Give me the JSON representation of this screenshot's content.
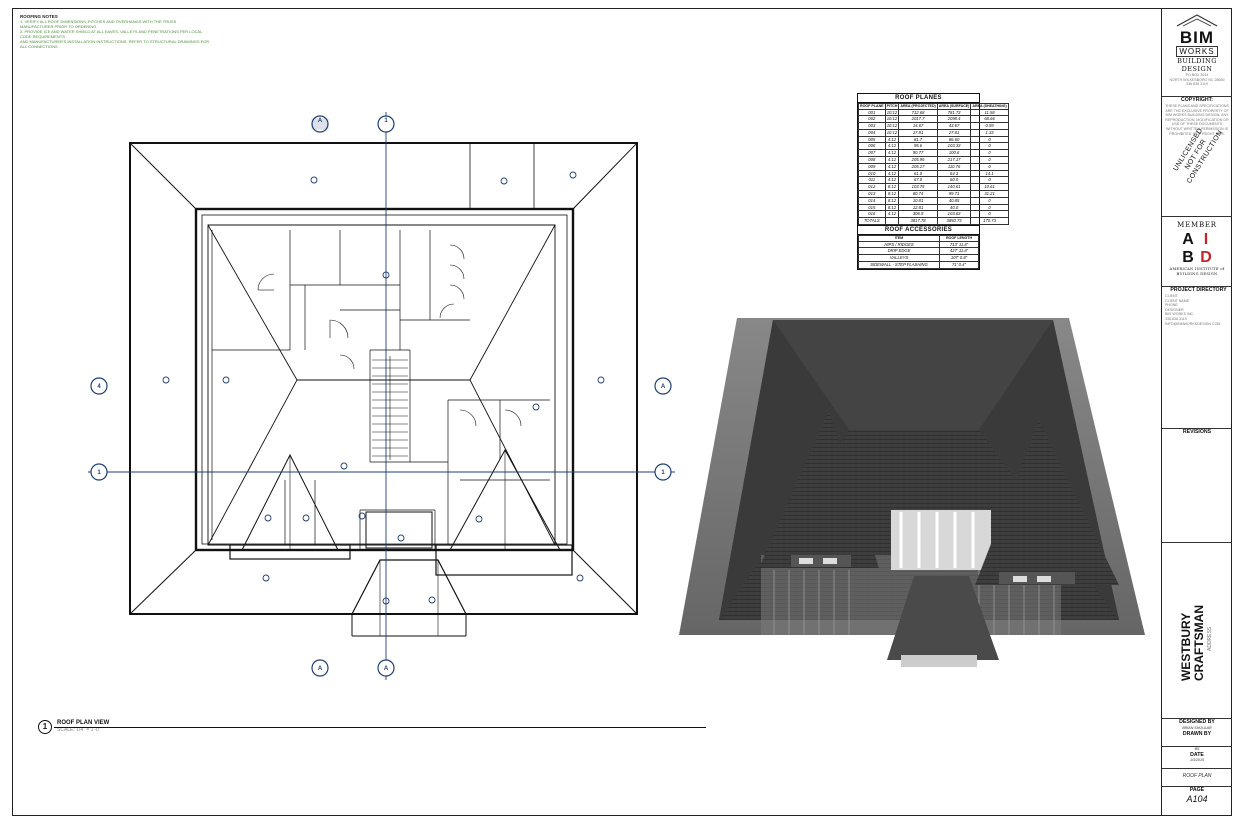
{
  "notes": {
    "title": "ROOFING NOTES",
    "lines": [
      "1. VERIFY ALL ROOF DIMENSIONS, PITCHES AND OVERHANGS WITH THE TRUSS MANUFACTURER PRIOR TO ORDERING",
      "2. PROVIDE ICE AND WATER SHIELD AT ALL EAVES, VALLEYS AND PENETRATIONS PER LOCAL CODE REQUIREMENTS",
      "   AND MANUFACTURER'S INSTALLATION INSTRUCTIONS. REFER TO STRUCTURAL DRAWINGS FOR ALL CONNECTIONS"
    ]
  },
  "roof_planes": {
    "title": "ROOF PLANES",
    "headers": [
      "ROOF PLANE",
      "PITCH",
      "AREA (PROJECTED)",
      "AREA (SURFACE)",
      "AREA (SHEATHING)"
    ],
    "rows": [
      [
        "001",
        "10:12",
        "712.68",
        "781.73",
        "11.58"
      ],
      [
        "002",
        "10:12",
        "2017.7",
        "2098.4",
        "68.66"
      ],
      [
        "003",
        "10:12",
        "14.67",
        "43.67",
        "0.59"
      ],
      [
        "004",
        "10:12",
        "17.81",
        "27.81",
        "1.33"
      ],
      [
        "005",
        "4:12",
        "81.7",
        "86.60",
        "0"
      ],
      [
        "006",
        "4:12",
        "95.6",
        "103.33",
        "0"
      ],
      [
        "007",
        "4:12",
        "90.77",
        "100.6",
        "0"
      ],
      [
        "008",
        "4:12",
        "205.95",
        "217.17",
        "0"
      ],
      [
        "009",
        "4:12",
        "205.17",
        "110.76",
        "0"
      ],
      [
        "010",
        "4:12",
        "61.0",
        "64.3",
        "14.1"
      ],
      [
        "011",
        "4:12",
        "67.0",
        "60.0",
        "0"
      ],
      [
        "012",
        "8:12",
        "103.75",
        "140.61",
        "10.61"
      ],
      [
        "013",
        "8:12",
        "80.74",
        "99.71",
        "31.21"
      ],
      [
        "014",
        "8:12",
        "10.81",
        "40.85",
        "0"
      ],
      [
        "015",
        "8:12",
        "12.81",
        "40.0",
        "0"
      ],
      [
        "016",
        "4:12",
        "306.9",
        "103.63",
        "0"
      ],
      [
        "TOTALS",
        "",
        "3817.78",
        "3850.73",
        "170.73"
      ]
    ]
  },
  "roof_accessories": {
    "title": "ROOF ACCESSORIES",
    "headers": [
      "ITEM",
      "ROOF LENGTH"
    ],
    "rows": [
      [
        "HIPS / RIDGES",
        "713' 11.8\""
      ],
      [
        "DRIP EDGE",
        "427' 11.8\""
      ],
      [
        "VALLEYS",
        "107' 0.8\""
      ],
      [
        "SIDEWALL - STEP FLASHING",
        "71' 0.4\""
      ]
    ]
  },
  "view": {
    "number": "1",
    "title": "ROOF PLAN VIEW",
    "scale": "SCALE: 1/4\" = 1'-0\""
  },
  "grid_tags": [
    "A",
    "1",
    "4",
    "1",
    "A",
    "1",
    "A",
    "A"
  ],
  "title_block": {
    "logo_top": "BIM",
    "logo_mid": "WORKS",
    "logo_sub": "BUILDING DESIGN",
    "contact": [
      "PO BOX 3914",
      "NORTH WILKESBORO NC 28659",
      "336 838 3119"
    ],
    "copyright_title": "COPYRIGHT:",
    "copyright_text": "THESE PLANS AND SPECIFICATIONS ARE THE EXCLUSIVE PROPERTY OF BIM WORKS BUILDING DESIGN. ANY REPRODUCTION, MODIFICATION OR USE OF THESE DOCUMENTS WITHOUT WRITTEN PERMISSION IS PROHIBITED. COPYRIGHT 2015.",
    "stamp_line1": "UNLICENSED",
    "stamp_line2": "NOT FOR CONSTRUCTION",
    "member": "MEMBER",
    "aibd_letters": [
      "A",
      "I",
      "B",
      "D"
    ],
    "aibd_sub1": "AMERICAN INSTITUTE of",
    "aibd_sub2": "BUILDING DESIGN",
    "directory_title": "PROJECT DIRECTORY",
    "directory_lines": [
      "CLIENT",
      "CLIENT NAME",
      "PHONE",
      "",
      "DESIGNER",
      "BIM WORKS INC.",
      "336.838.3119",
      "INFO@BIMWORKSDESIGN.COM"
    ],
    "revisions_title": "REVISIONS",
    "project_name_1": "WESTBURY",
    "project_name_2": "CRAFTSMAN",
    "project_address": "ADDRESS",
    "designed_by_label": "DESIGNED BY",
    "designed_by": "BRIAN SHOULAR",
    "drawn_by_label": "DRAWN BY",
    "drawn_by": "BS",
    "date_label": "DATE",
    "date": "1/3/2015",
    "sheet_title": "ROOF PLAN",
    "page_label": "PAGE",
    "page": "A104"
  }
}
